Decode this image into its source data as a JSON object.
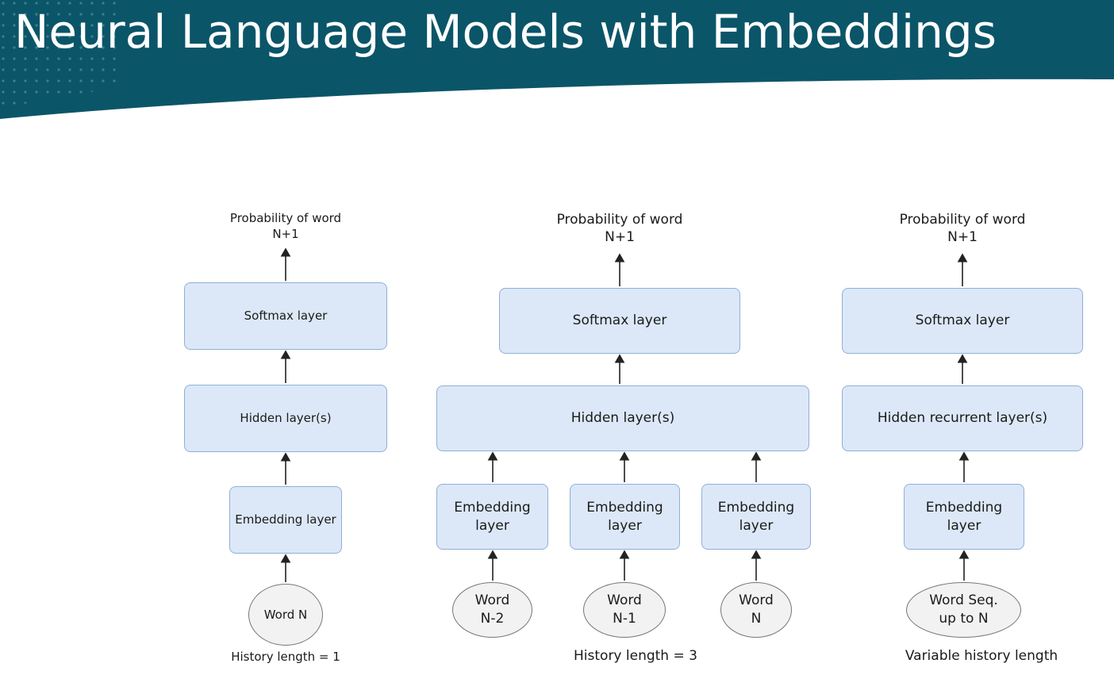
{
  "title": "Neural Language Models with Embeddings",
  "colors": {
    "banner": "#0b5569",
    "box_fill": "#dce8f7",
    "box_border": "#8fb0d6",
    "oval_fill": "#f2f2f2"
  },
  "panels": [
    {
      "output": "Probability of word\nN+1",
      "softmax": "Softmax layer",
      "hidden": "Hidden layer(s)",
      "embeddings": [
        "Embedding layer"
      ],
      "inputs": [
        "Word N"
      ],
      "caption": "History length = 1"
    },
    {
      "output": "Probability of word\nN+1",
      "softmax": "Softmax layer",
      "hidden": "Hidden layer(s)",
      "embeddings": [
        "Embedding\nlayer",
        "Embedding\nlayer",
        "Embedding\nlayer"
      ],
      "inputs": [
        "Word\nN-2",
        "Word\nN-1",
        "Word\nN"
      ],
      "caption": "History length = 3"
    },
    {
      "output": "Probability of word\nN+1",
      "softmax": "Softmax layer",
      "hidden": "Hidden recurrent layer(s)",
      "embeddings": [
        "Embedding\nlayer"
      ],
      "inputs": [
        "Word Seq.\nup to N"
      ],
      "caption": "Variable history length"
    }
  ]
}
